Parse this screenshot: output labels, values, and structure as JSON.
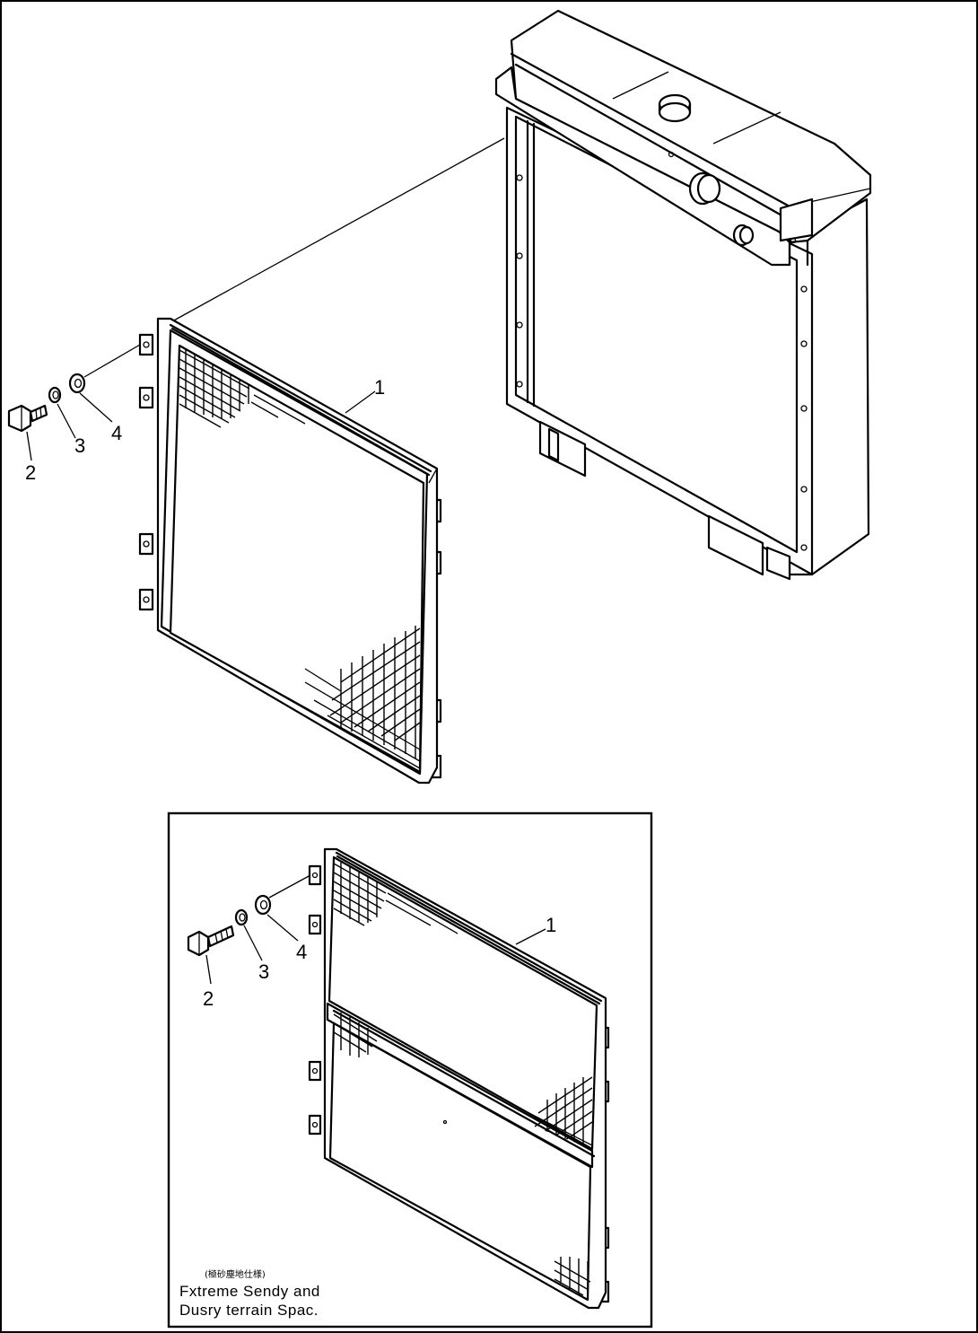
{
  "main_view": {
    "callouts": [
      {
        "id": "1",
        "text": "1",
        "part": "screen"
      },
      {
        "id": "2",
        "text": "2",
        "part": "bolt"
      },
      {
        "id": "3",
        "text": "3",
        "part": "spring-washer"
      },
      {
        "id": "4",
        "text": "4",
        "part": "washer"
      }
    ]
  },
  "inset_view": {
    "callouts": [
      {
        "id": "1",
        "text": "1",
        "part": "screen"
      },
      {
        "id": "2",
        "text": "2",
        "part": "bolt"
      },
      {
        "id": "3",
        "text": "3",
        "part": "spring-washer"
      },
      {
        "id": "4",
        "text": "4",
        "part": "washer"
      }
    ],
    "note_japanese": "(極砂塵地仕様)",
    "note_line1": "Fxtreme Sendy and",
    "note_line2": "Dusry terrain Spac."
  }
}
